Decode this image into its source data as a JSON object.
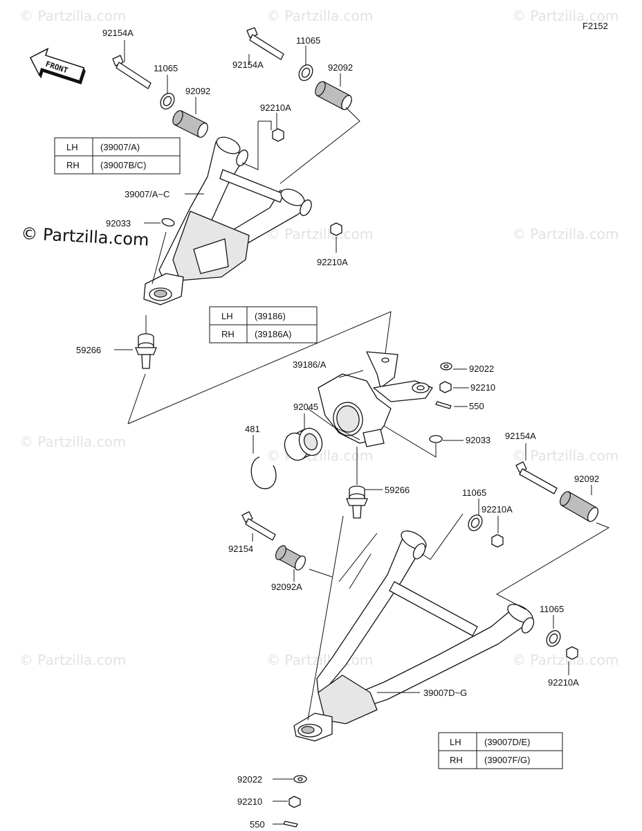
{
  "diagram_code": "F2152",
  "copyright": "© Partzilla.com",
  "watermark": "© Partzilla.com",
  "front_arrow": "FRONT",
  "labels": {
    "p92154A_1": "92154A",
    "p11065_1": "11065",
    "p92092_1": "92092",
    "p92154A_2": "92154A",
    "p11065_2": "11065",
    "p92092_2": "92092",
    "p92210A_1": "92210A",
    "p39007AC": "39007/A~C",
    "p92033_1": "92033",
    "p92210A_2": "92210A",
    "p59266_1": "59266",
    "p39186A": "39186/A",
    "p92022_1": "92022",
    "p92210_1": "92210",
    "p550_1": "550",
    "p92045": "92045",
    "p481": "481",
    "p92033_2": "92033",
    "p92154A_3": "92154A",
    "p92092_3": "92092",
    "p59266_2": "59266",
    "p11065_3": "11065",
    "p92210A_3": "92210A",
    "p92154": "92154",
    "p92092A": "92092A",
    "p11065_4": "11065",
    "p92210A_4": "92210A",
    "p39007DG": "39007D~G",
    "p92022_2": "92022",
    "p92210_2": "92210",
    "p550_2": "550"
  },
  "tables": {
    "upper_arm": [
      {
        "side": "LH",
        "part": "(39007/A)"
      },
      {
        "side": "RH",
        "part": "(39007B/C)"
      }
    ],
    "knuckle": [
      {
        "side": "LH",
        "part": "(39186)"
      },
      {
        "side": "RH",
        "part": "(39186A)"
      }
    ],
    "lower_arm": [
      {
        "side": "LH",
        "part": "(39007D/E)"
      },
      {
        "side": "RH",
        "part": "(39007F/G)"
      }
    ]
  }
}
